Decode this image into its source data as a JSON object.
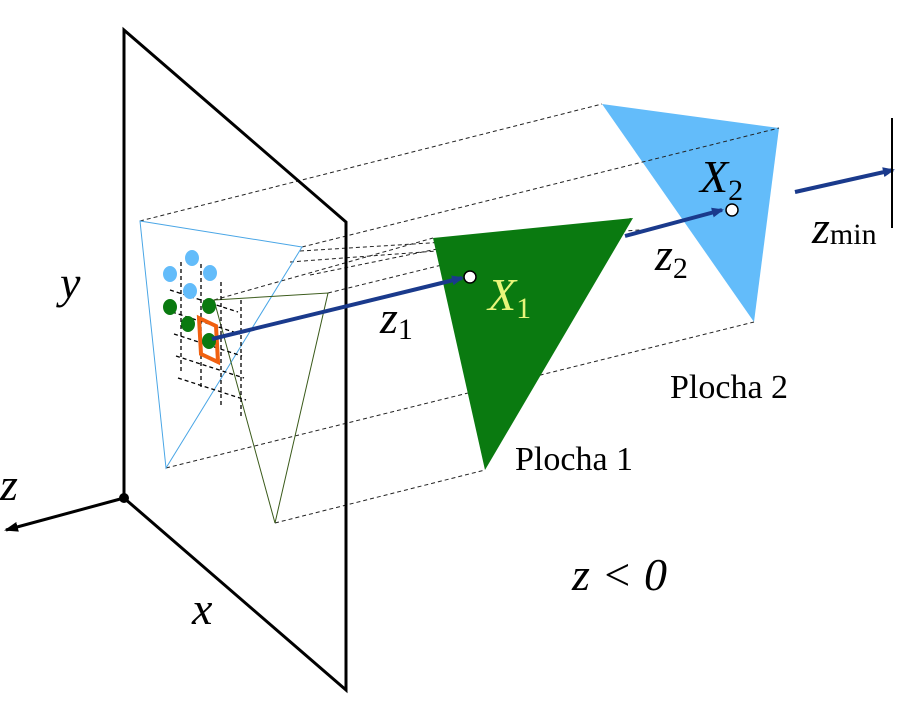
{
  "labels": {
    "axis_y": "y",
    "axis_z": "z",
    "axis_x": "x",
    "z1_base": "z",
    "z1_sub": "1",
    "z2_base": "z",
    "z2_sub": "2",
    "x1_base": "X",
    "x1_sub": "1",
    "x2_base": "X",
    "x2_sub": "2",
    "zmin_base": "z",
    "zmin_sub": "min",
    "surface1": "Plocha 1",
    "surface2": "Plocha 2",
    "z_condition": "z < 0"
  },
  "colors": {
    "surface1": "#0a7a10",
    "surface2": "#63bcfa",
    "ray": "#1a3a8c",
    "pixel_highlight": "#f06010",
    "x1_label": "#e8f57a"
  }
}
